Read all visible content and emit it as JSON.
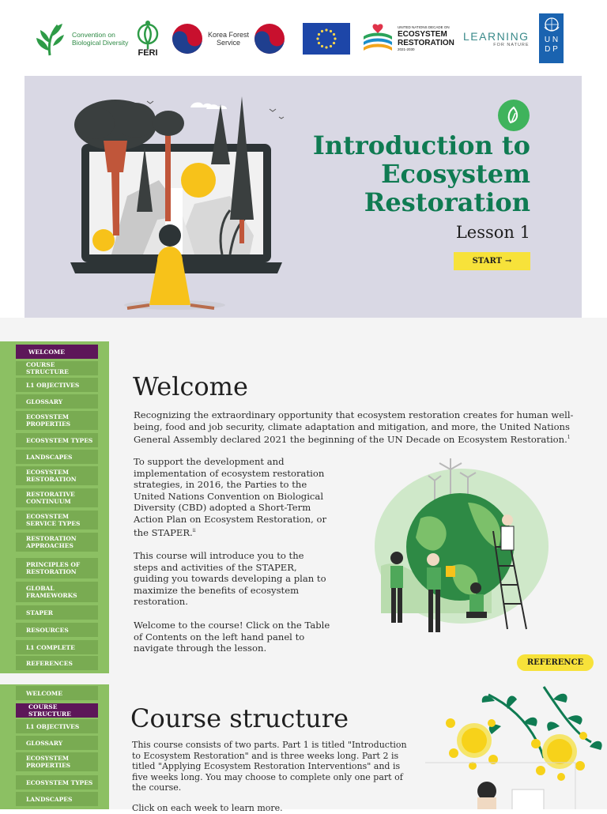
{
  "logos": {
    "cbd_line1": "Convention on",
    "cbd_line2": "Biological Diversity",
    "feri": "FERI",
    "kfs_line1": "Korea Forest",
    "kfs_line2": "Service",
    "undecade_top": "UNITED NATIONS DECADE ON",
    "undecade_line1": "ECOSYSTEM",
    "undecade_line2": "RESTORATION",
    "undecade_years": "2021-2030",
    "learning": "LEARNING",
    "learning_sub": "FOR NATURE",
    "undp_line1": "U N",
    "undp_line2": "D P"
  },
  "hero": {
    "title_line1": "Introduction to",
    "title_line2": "Ecosystem",
    "title_line3": "Restoration",
    "lesson": "Lesson 1",
    "start_label": "START",
    "start_arrow": "→"
  },
  "sidebar1": {
    "items": [
      {
        "label": "WELCOME"
      },
      {
        "label": "COURSE STRUCTURE"
      },
      {
        "label": "L1 OBJECTIVES"
      },
      {
        "label": "GLOSSARY"
      },
      {
        "label": "ECOSYSTEM PROPERTIES"
      },
      {
        "label": "ECOSYSTEM TYPES"
      },
      {
        "label": "LANDSCAPES"
      },
      {
        "label": "ECOSYSTEM RESTORATION"
      },
      {
        "label": "RESTORATIVE CONTINUUM"
      },
      {
        "label": "ECOSYSTEM SERVICE TYPES"
      },
      {
        "label": "RESTORATION APPROACHES"
      },
      {
        "label": "PRINCIPLES OF RESTORATION"
      },
      {
        "label": "GLOBAL FRAMEWORKS"
      },
      {
        "label": "STAPER"
      },
      {
        "label": "RESOURCES"
      },
      {
        "label": "L1 COMPLETE"
      },
      {
        "label": "REFERENCES"
      }
    ]
  },
  "sidebar2": {
    "items": [
      {
        "label": "WELCOME"
      },
      {
        "label": "COURSE STRUCTURE"
      },
      {
        "label": "L1 OBJECTIVES"
      },
      {
        "label": "GLOSSARY"
      },
      {
        "label": "ECOSYSTEM PROPERTIES"
      },
      {
        "label": "ECOSYSTEM TYPES"
      },
      {
        "label": "LANDSCAPES"
      }
    ]
  },
  "welcome": {
    "title": "Welcome",
    "p1": "Recognizing the extraordinary opportunity that ecosystem restoration creates for human well-being, food and job security, climate adaptation and mitigation, and more, the United Nations General Assembly declared 2021 the beginning of the UN Decade on Ecosystem Restoration.",
    "p1_sup": "1",
    "p2": "To support the development and implementation of ecosystem restoration strategies, in 2016, the Parties to the United Nations Convention on Biological Diversity (CBD) adopted a Short-Term Action Plan on Ecosystem Restoration, or the STAPER.",
    "p2_sup": "ii",
    "p3": "This course will introduce you to the steps and activities of the STAPER, guiding you towards developing a plan to maximize the benefits of ecosystem restoration.",
    "p4": "Welcome to the course! Click on the Table of Contents on the left hand panel to navigate through the lesson.",
    "reference_label": "REFERENCE"
  },
  "course_structure": {
    "title": "Course structure",
    "p1": "This course consists of two parts. Part 1 is titled \"Introduction to Ecosystem Restoration\" and is three weeks long. Part 2 is titled \"Applying Ecosystem Restoration Interventions\" and is five weeks long. You may choose to complete only one part of the course.",
    "p2": "Click on each week to learn more."
  },
  "colors": {
    "brand_green": "#0f7b52",
    "sidebar_green": "#8cc063",
    "sidebar_item": "#79ab52",
    "active_purple": "#5d1759",
    "accent_yellow": "#f7e23a"
  }
}
